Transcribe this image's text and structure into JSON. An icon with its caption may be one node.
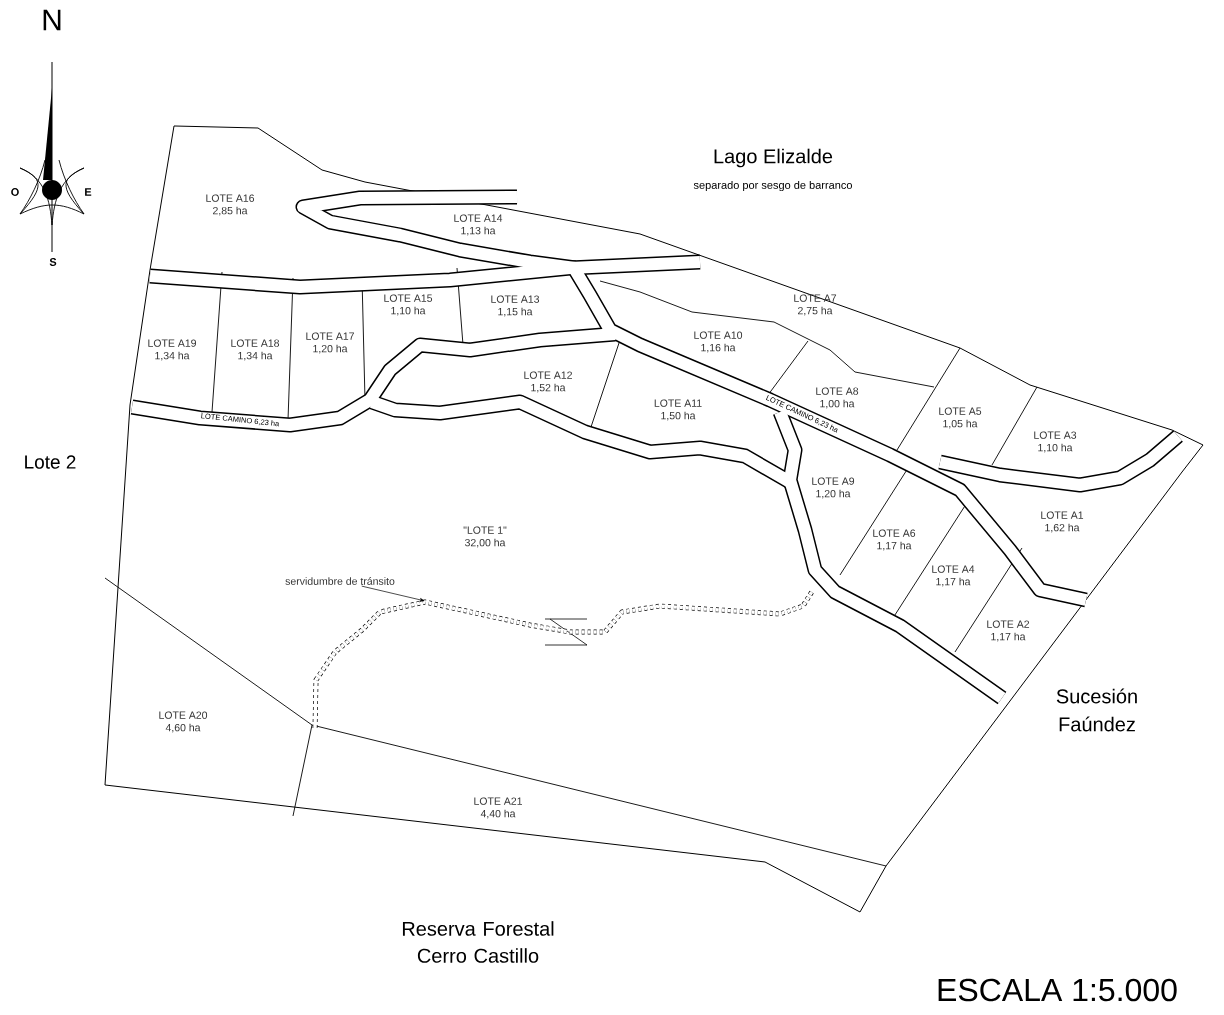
{
  "diagram": {
    "nodes": [
      {
        "text": [
          "LOTE A16",
          "2,85 ha"
        ]
      },
      {
        "text": [
          "LOTE A14",
          "1,13 ha"
        ]
      },
      {
        "text": [
          "LOTE A15",
          "1,10 ha"
        ]
      },
      {
        "text": [
          "LOTE A13",
          "1,15 ha"
        ]
      },
      {
        "text": [
          "LOTE A7",
          "2,75 ha"
        ]
      },
      {
        "text": [
          "LOTE A19",
          "1,34 ha"
        ]
      },
      {
        "text": [
          "LOTE A18",
          "1,34 ha"
        ]
      },
      {
        "text": [
          "LOTE A17",
          "1,20 ha"
        ]
      },
      {
        "text": [
          "LOTE A10",
          "1,16 ha"
        ]
      },
      {
        "text": [
          "LOTE A12",
          "1,52 ha"
        ]
      },
      {
        "text": [
          "LOTE A8",
          "1,00 ha"
        ]
      },
      {
        "text": [
          "LOTE A11",
          "1,50 ha"
        ]
      },
      {
        "text": [
          "LOTE A5",
          "1,05 ha"
        ]
      },
      {
        "text": [
          "LOTE A3",
          "1,10 ha"
        ]
      },
      {
        "text": [
          "LOTE A9",
          "1,20 ha"
        ]
      },
      {
        "text": [
          "LOTE A1",
          "1,62 ha"
        ]
      },
      {
        "text": [
          "LOTE A6",
          "1,17 ha"
        ]
      },
      {
        "text": [
          "LOTE A4",
          "1,17 ha"
        ]
      },
      {
        "text": [
          "LOTE A2",
          "1,17 ha"
        ]
      },
      {
        "text": [
          "\"LOTE 1\"",
          "32,00 ha"
        ]
      },
      {
        "text": [
          "servidumbre de tránsito"
        ]
      },
      {
        "text": [
          "LOTE A20",
          "4,60 ha"
        ]
      },
      {
        "text": [
          "LOTE A21",
          "4,40 ha"
        ]
      },
      {
        "text": [],
        "shape": "path"
      }
    ],
    "edges": [
      {
        "from": 20,
        "to": 23,
        "arrow": "to"
      }
    ],
    "labels": [
      "N",
      "O",
      "E",
      "S",
      "Lago Elizalde",
      "separado por sesgo de barranco",
      "LOTE CAMINO 6,23 ha",
      "LOTE CAMINO 6,23 ha",
      "Lote 2",
      "Sucesión Faúndez",
      "Reserva Forestal Cerro Castillo",
      "ESCALA 1:5.000"
    ]
  }
}
